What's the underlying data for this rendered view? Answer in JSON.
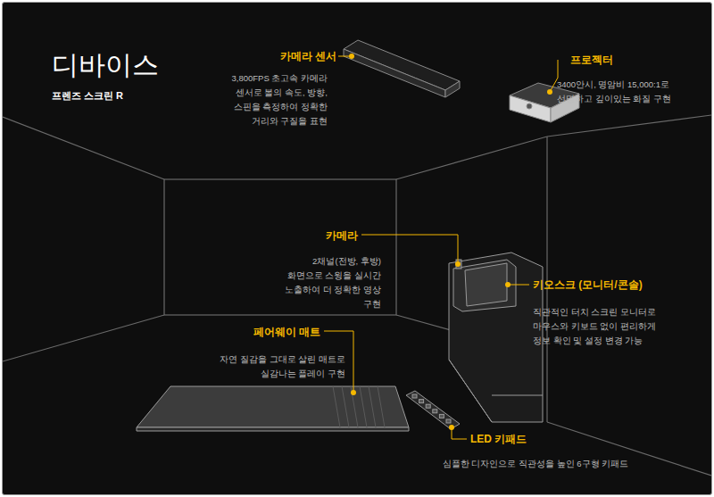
{
  "diagram": {
    "title": "디바이스",
    "labels": [
      "프렌즈 스크린 R",
      "카메라 센서",
      "3,800FPS 초고속 카메라 센서로 볼의 속도, 방향, 스핀을 측정하여 정확한 거리와 구질을 표현",
      "프로젝터",
      "3400안시, 명암비 15,000:1로 선명하고 깊이있는 화질 구현",
      "카메라",
      "2채널(전방, 후방) 화면으로 스윙을 실시간 노출하여 더 정확한 영상 구현",
      "키오스크 (모니터/콘솔)",
      "직관적인 터치 스크린 모니터로 마우스와 키보드 없이 편리하게 정보 확인 및 설정 변경 가능",
      "페어웨이 매트",
      "자연 질감을 그대로 살린 매트로 실감나는 플레이 구현",
      "LED 키패드",
      "심플한 디자인으로 직관성을 높인 6구형 키패드"
    ]
  }
}
